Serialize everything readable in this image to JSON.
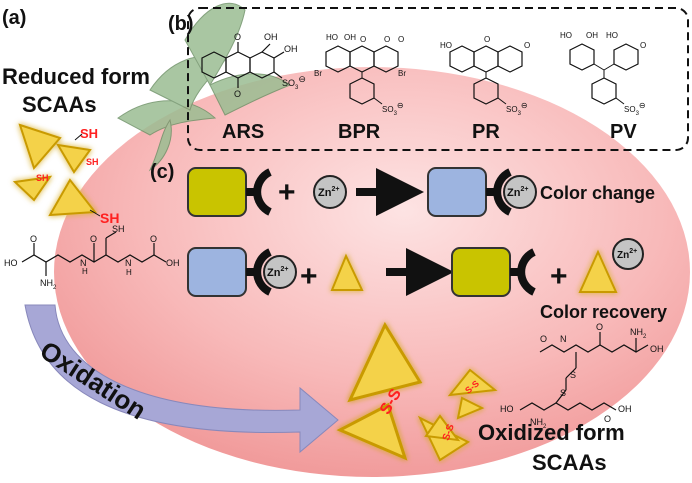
{
  "panels": {
    "a": "(a)",
    "b": "(b)",
    "c": "(c)"
  },
  "reduced": {
    "line1": "Reduced form",
    "line2": "SCAAs",
    "thiol": "SH"
  },
  "dyes": [
    {
      "name": "ARS"
    },
    {
      "name": "BPR"
    },
    {
      "name": "PR"
    },
    {
      "name": "PV"
    }
  ],
  "dye_atoms": {
    "O": "O",
    "OH": "OH",
    "HO": "HO",
    "Br": "Br",
    "SO3": "SO",
    "sub3": "3",
    "minus": "⊖"
  },
  "reaction": {
    "plus": "+",
    "zn": "Zn",
    "zn_charge": "2+",
    "color_change": "Color change",
    "color_recovery": "Color recovery"
  },
  "gsh": {
    "SH": "SH",
    "S": "S",
    "O": "O",
    "OH": "OH",
    "HO": "HO",
    "H": "H",
    "N": "N",
    "NH2": "NH",
    "sub2": "2"
  },
  "oxidation": {
    "label": "Oxidation",
    "disulfide": "S-S"
  },
  "oxidized": {
    "line1": "Oxidized form",
    "line2": "SCAAs"
  },
  "colors": {
    "tomato": "#f4a3a3",
    "tomato_center": "#fbd3d3",
    "leaf": "#8fb08a",
    "triangle": "#f4d24a",
    "triangle_glow": "#d6a800",
    "green_box": "#c9c400",
    "blue_box": "#9db4e0",
    "receptor": "#111111",
    "zinc": "#c4c4c4",
    "arrow": "#a8a8d8",
    "thiol": "#ff2020"
  }
}
